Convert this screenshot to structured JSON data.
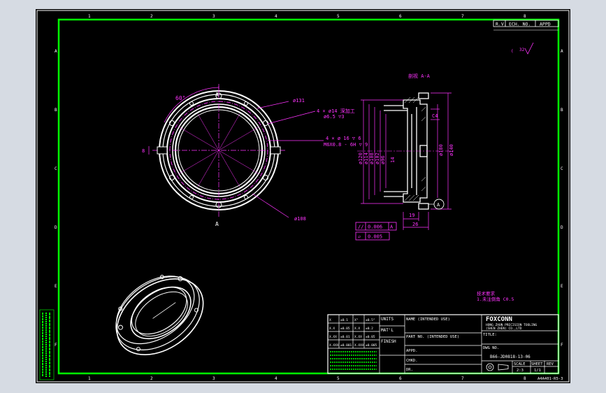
{
  "zone_letters": [
    "A",
    "B",
    "C",
    "D",
    "E",
    "F"
  ],
  "zone_numbers": [
    "1",
    "2",
    "3",
    "4",
    "5",
    "6",
    "7",
    "8"
  ],
  "revision_block": {
    "rev": "R.V.",
    "ech_no": "ECH. NO.",
    "appd": "APPD"
  },
  "surface_note": "32",
  "views": {
    "front": {
      "datum_label": "A",
      "angle": "60°",
      "dim_outer": "ø131",
      "dim_bottom": "ø108",
      "dim_side": "8",
      "hole_note_1": "4 × ø14 深加工",
      "hole_note_2": "ø6.5 ▽3",
      "thread_note_1": "4 × ø 16 ▽ 6",
      "thread_note_2": "M6X0.8 - 6H ▽ 9"
    },
    "section": {
      "title": "剖视 A-A",
      "dims_left": [
        "ø120",
        "ø114",
        "ø108",
        "ø102",
        "ø96"
      ],
      "dim_14": "14",
      "dim_right_1": "ø180",
      "dim_right_2": "ø140",
      "dim_top": "C4",
      "dim_19": "19",
      "dim_26": "26",
      "detail": "A"
    },
    "tolerances": [
      {
        "symbol": "//",
        "value": "0.006",
        "datum": "A"
      },
      {
        "symbol": "▱",
        "value": "0.005",
        "datum": ""
      }
    ]
  },
  "tech_notes": [
    "技术要求",
    "1.未注倒角 C0.5"
  ],
  "title_block": {
    "company": "FOXCONN",
    "company_full_1": "HONG ZHUN PRECISION TOOLING",
    "company_full_2": "(SHEN ZHEN) CO.,LTD",
    "title_label": "TITLE:",
    "name_label": "NAME (INTENDED USE)",
    "part_no_label": "PART NO. (INTENDED USE)",
    "units": "UNITS",
    "matl": "MAT'L",
    "finish": "FINISH",
    "appd": "APPD.",
    "chkd": "CHKD.",
    "dr": "DR.",
    "dwg_no_label": "DWG NO.",
    "dwg_no": "B66-JD0818-13-06",
    "scale_label": "SCALE",
    "scale_value": "2:3",
    "sheet_label": "SHEET",
    "sheet_value": "1/1",
    "rev_label": "REV",
    "tol_rows": [
      [
        "±0.1",
        "X°",
        "±0.5°"
      ],
      [
        "±0.05",
        "X.X",
        "±0.2"
      ],
      [
        "±0.01",
        "X.XX",
        "±0.05"
      ],
      [
        "±0.001",
        "X.XXX",
        "±0.005"
      ]
    ],
    "form_no": "A4A401-R5-3"
  },
  "colors": {
    "frame": "#00ff00",
    "geometry": "#ffffff",
    "dimension": "#ff33ff",
    "background": "#000000"
  }
}
